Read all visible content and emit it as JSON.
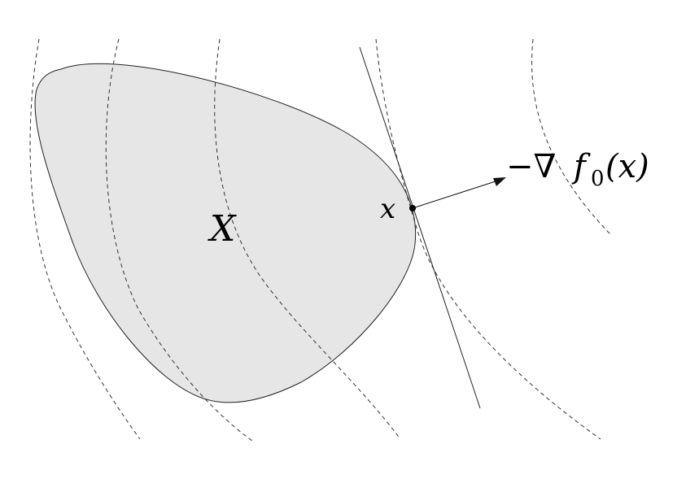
{
  "labels": {
    "set": "X",
    "point": "x",
    "gradient_prefix": "−∇",
    "gradient_func": "f",
    "gradient_sub": "0",
    "gradient_args": "(x)"
  }
}
